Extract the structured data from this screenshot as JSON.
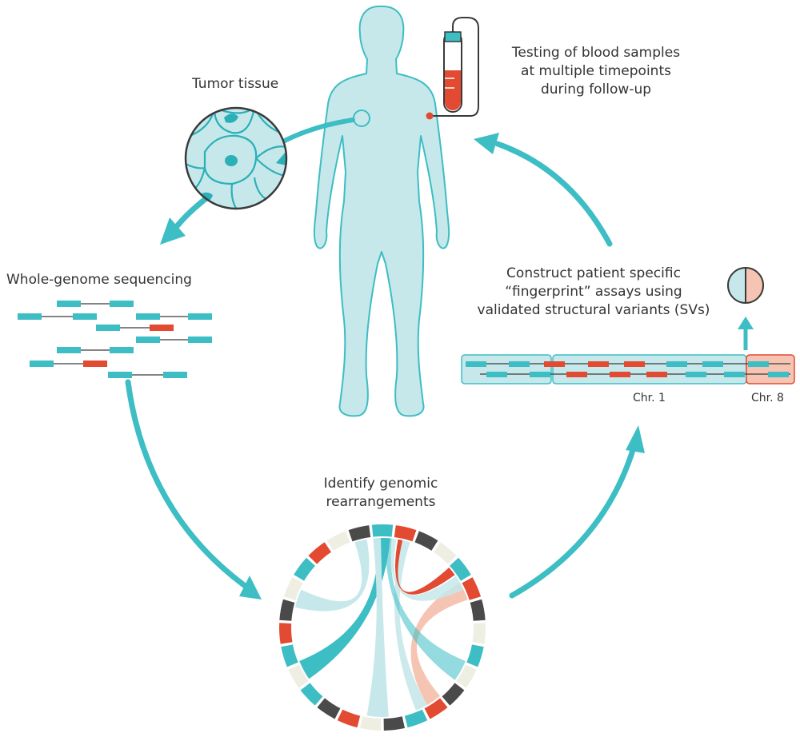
{
  "labels": {
    "tumor": "Tumor tissue",
    "testing": [
      "Testing of blood samples",
      "at multiple timepoints",
      "during follow-up"
    ],
    "wgs": "Whole-genome sequencing",
    "identify": [
      "Identify genomic",
      "rearrangements"
    ],
    "construct": [
      "Construct patient specific",
      "“fingerprint” assays using",
      "validated structural variants (SVs)"
    ],
    "chr1": "Chr. 1",
    "chr8": "Chr. 8"
  },
  "colors": {
    "teal": "#3dbdc4",
    "teal_light": "#c6e8ea",
    "teal_outline": "#2bb0b7",
    "red": "#e24a31",
    "peach": "#f6c4b2",
    "dark": "#4a4a4a",
    "cream": "#eeeee3"
  }
}
